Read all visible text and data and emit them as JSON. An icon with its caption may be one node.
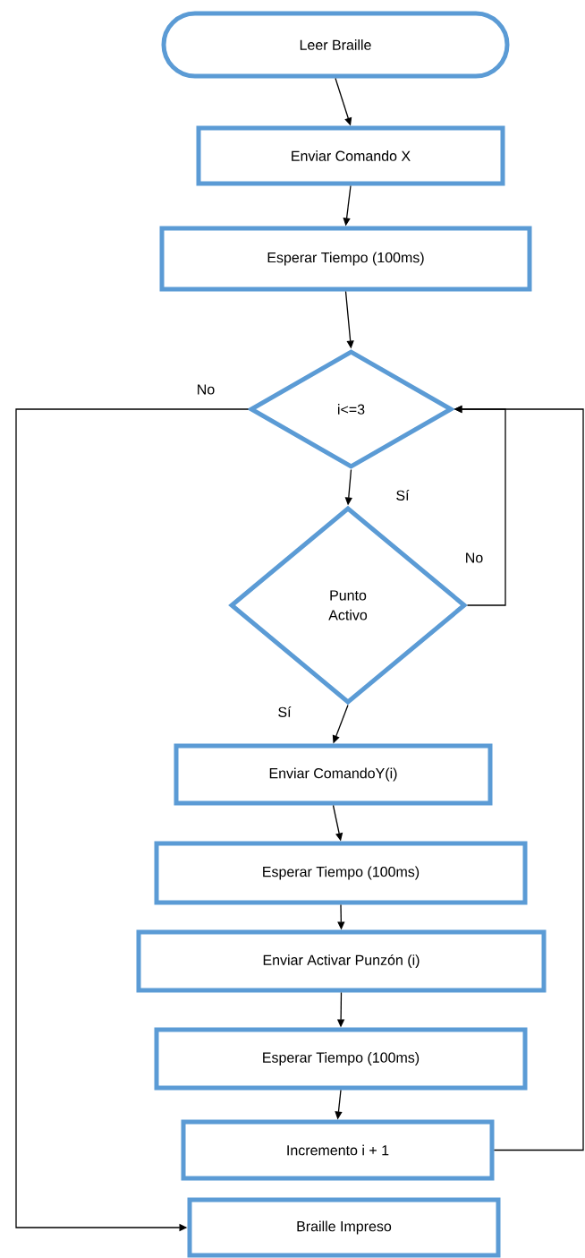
{
  "diagram": {
    "nodes": [
      {
        "text": [
          "Leer Braille"
        ]
      },
      {
        "text": [
          "Enviar Comando X"
        ]
      },
      {
        "text": [
          "Esperar Tiempo (100ms)"
        ]
      },
      {
        "text": [
          "i<=3"
        ]
      },
      {
        "text": [
          "Punto Activo"
        ]
      },
      {
        "text": [
          "Enviar ComandoY(i)"
        ]
      },
      {
        "text": [
          "Esperar Tiempo (100ms)"
        ]
      },
      {
        "text": [
          "Enviar Activar Punzón (i)"
        ]
      },
      {
        "text": [
          "Esperar Tiempo (100ms)"
        ]
      },
      {
        "text": [
          "Incremento i + 1"
        ]
      },
      {
        "text": [
          "Braille Impreso"
        ]
      }
    ],
    "edges": [
      {
        "from": 0,
        "to": 1,
        "arrow": "to"
      },
      {
        "from": 1,
        "to": 2,
        "arrow": "to"
      },
      {
        "from": 2,
        "to": 3,
        "arrow": "to"
      },
      {
        "from": 3,
        "to": 4,
        "arrow": "to",
        "label": "Sí"
      },
      {
        "from": 3,
        "to": 10,
        "arrow": "to",
        "label": "No"
      },
      {
        "from": 4,
        "to": 3,
        "arrow": "to",
        "label": "No"
      },
      {
        "from": 4,
        "to": 5,
        "arrow": "to",
        "label": "Sí"
      },
      {
        "from": 5,
        "to": 6,
        "arrow": "to"
      },
      {
        "from": 6,
        "to": 7,
        "arrow": "to"
      },
      {
        "from": 7,
        "to": 8,
        "arrow": "to"
      },
      {
        "from": 8,
        "to": 9,
        "arrow": "to"
      },
      {
        "from": 9,
        "to": 3,
        "arrow": "to"
      }
    ]
  }
}
